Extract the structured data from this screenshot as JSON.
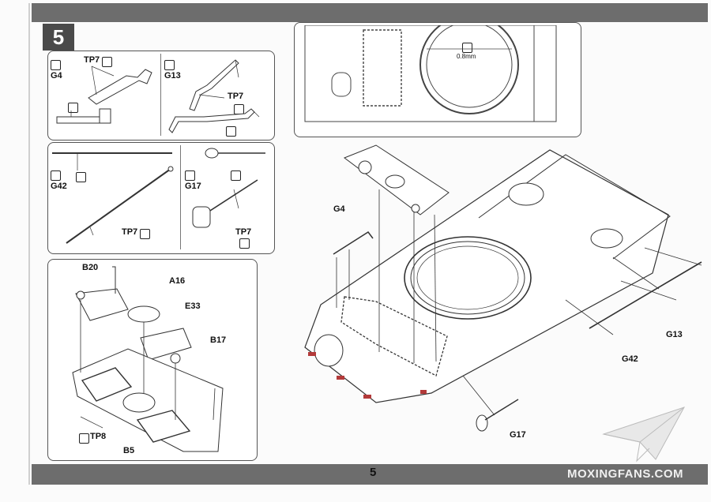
{
  "step": {
    "number": "5"
  },
  "footer": {
    "page_number": "5",
    "brand": "MOXINGFANS.COM"
  },
  "colors": {
    "bar": "#6d6d6d",
    "line": "#333333",
    "accent_red": "#b33a3a"
  },
  "subassemblies": {
    "g4_panel": {
      "part": "G4",
      "glue": "TP7"
    },
    "g13_panel": {
      "part": "G13",
      "glue": "TP7"
    },
    "g42_panel": {
      "part": "G42",
      "glue": "TP7"
    },
    "g17_panel": {
      "part": "G17",
      "glue": "TP7"
    },
    "hatch_panel": {
      "parts": [
        "B20",
        "A16",
        "E33",
        "B17",
        "B5"
      ],
      "glue": "TP8"
    }
  },
  "detail": {
    "dimension": "0.8mm"
  },
  "main_callouts": {
    "g4": "G4",
    "g13": "G13",
    "g42": "G42",
    "g17": "G17"
  },
  "icons": [
    "cement-bottle-icon",
    "glue-heart-icon",
    "hand-press-icon",
    "drill-icon"
  ]
}
